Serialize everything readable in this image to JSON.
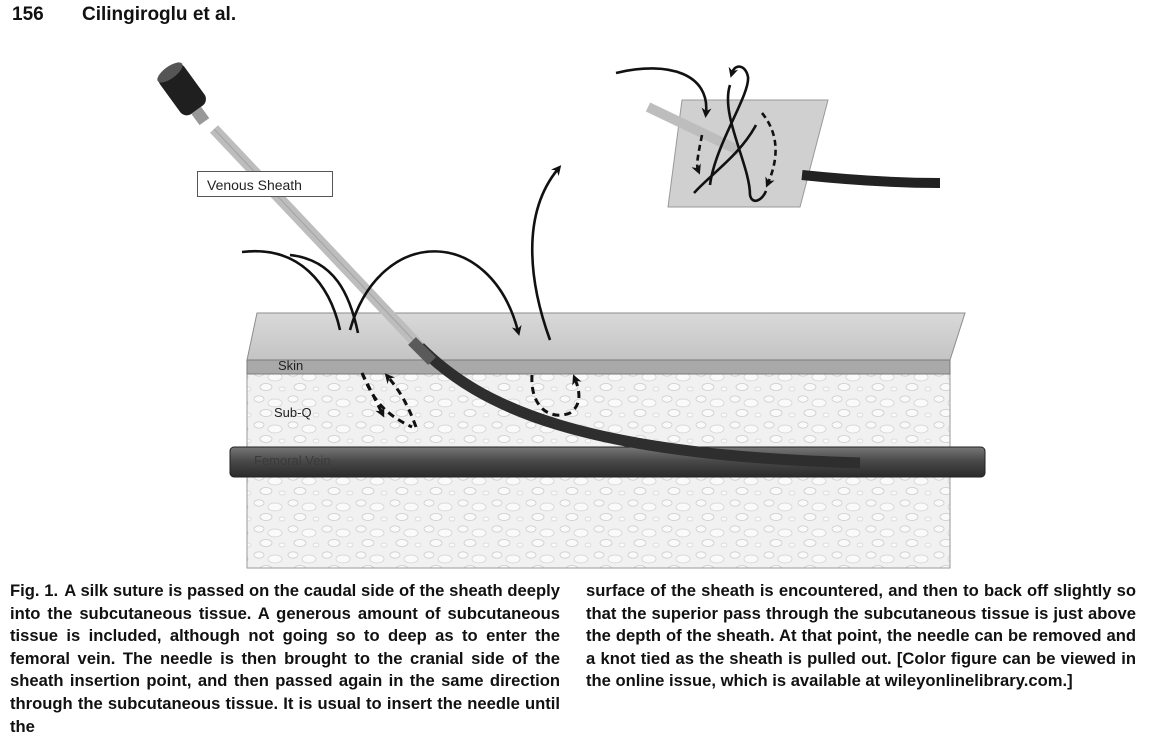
{
  "header": {
    "page_number": "156",
    "authors": "Cilingiroglu et al."
  },
  "figure": {
    "labels": {
      "venous_sheath": "Venous Sheath",
      "skin": "Skin",
      "sub_q": "Sub-Q",
      "femoral_vein": "Femoral Vein"
    }
  },
  "caption": {
    "fig_label": "Fig. 1.",
    "left_text": "A silk suture is passed on the caudal side of the sheath deeply into the subcutaneous tissue. A generous amount of subcutaneous tissue is included, although not going so to deep as to enter the femoral vein. The needle is then brought to the cranial side of the sheath insertion point, and then passed again in the same direction through the subcutaneous tissue. It is usual to insert the needle until the",
    "right_text": "surface of the sheath is encountered, and then to back off slightly so that the superior pass through the subcutaneous tissue is just above the depth of the sheath. At that point, the needle can be removed and a knot tied as the sheath is pulled out. [Color figure can be viewed in the online issue, which is available at wileyonlinelibrary.com.]"
  }
}
